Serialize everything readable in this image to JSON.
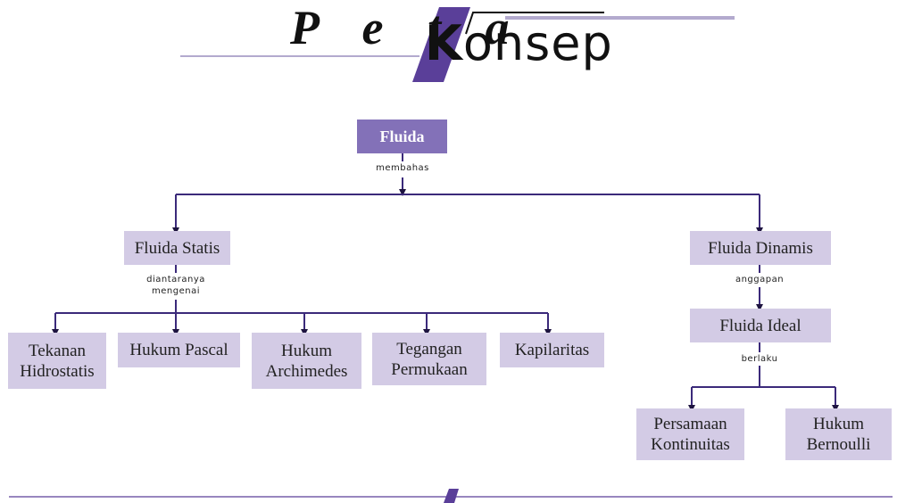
{
  "header": {
    "title_part1": "P e t a",
    "title_k": "K",
    "title_rest": "onsep"
  },
  "colors": {
    "accent": "#5a3f99",
    "node_fill": "#d3cbe5",
    "root_fill": "#8371b8",
    "line": "#3b2a7a"
  },
  "nodes": {
    "fluida": "Fluida",
    "fluida_statis": "Fluida Statis",
    "fluida_dinamis": "Fluida Dinamis",
    "tekanan_hidrostatis": "Tekanan\nHidrostatis",
    "hukum_pascal": "Hukum Pascal",
    "hukum_archimedes": "Hukum\nArchimedes",
    "tegangan_permukaan": "Tegangan\nPermukaan",
    "kapilaritas": "Kapilaritas",
    "fluida_ideal": "Fluida Ideal",
    "persamaan_kontinuitas": "Persamaan\nKontinuitas",
    "hukum_bernoulli": "Hukum\nBernoulli"
  },
  "links": {
    "membahas": "membahas",
    "diantaranya_mengenai": "diantaranya\nmengenai",
    "anggapan": "anggapan",
    "berlaku": "berlaku"
  }
}
